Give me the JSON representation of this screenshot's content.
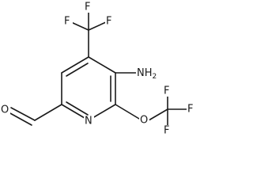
{
  "molecule": {
    "atoms": {
      "F_cf3_left": "F",
      "F_cf3_top": "F",
      "F_cf3_right": "F",
      "NH2": "NH2",
      "O_aldehyde": "O",
      "N_ring": "N",
      "O_ether": "O",
      "F_ocf3_top": "F",
      "F_ocf3_right": "F",
      "F_ocf3_bottom": "F"
    }
  }
}
